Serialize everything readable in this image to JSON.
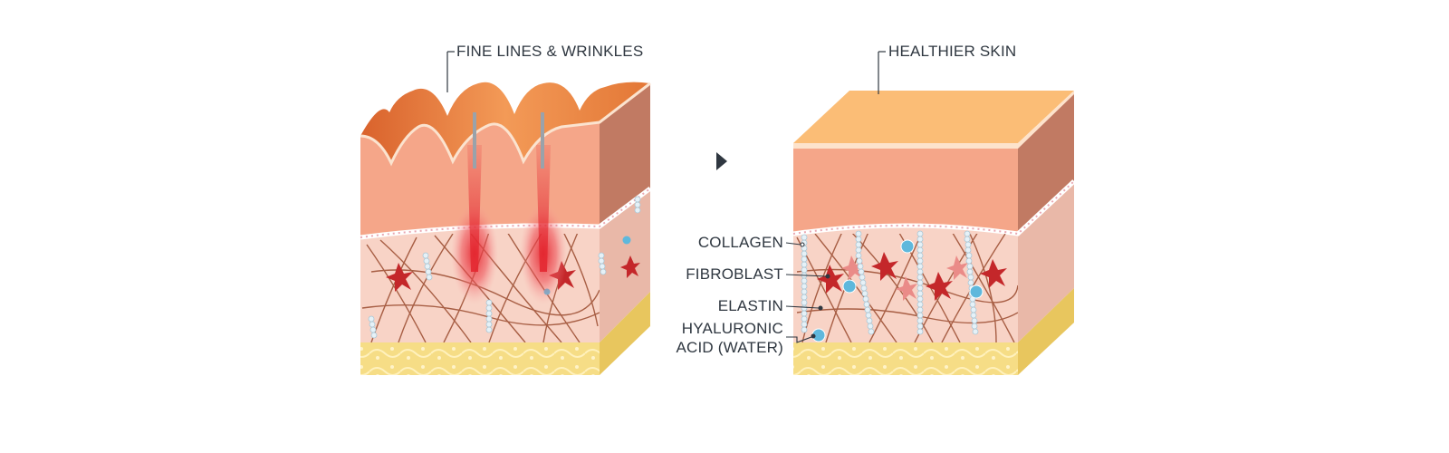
{
  "labels": {
    "before_top": "FINE LINES & WRINKLES",
    "after_top": "HEALTHIER SKIN",
    "collagen": "COLLAGEN",
    "fibroblast": "FIBROBLAST",
    "elastin": "ELASTIN",
    "hyaluronic_line1": "HYALURONIC",
    "hyaluronic_line2": "ACID (WATER)"
  },
  "colors": {
    "epidermis_top": "#f0823a",
    "epidermis_top_flat": "#fbbd76",
    "epidermis_front": "#f5a689",
    "epidermis_side": "#c17a63",
    "dermis_front": "#f8d3c6",
    "dermis_side": "#e9b8a8",
    "fat": "#f6dd86",
    "fat_side": "#e8c65e",
    "fiber": "#9a4a2e",
    "fibroblast": "#c4272a",
    "fibroblast_faint": "#ea8b88",
    "hyaluronic": "#5fb8dc",
    "laser": "#e4262f",
    "text": "#2f3740",
    "arrow": "#2f3740"
  }
}
